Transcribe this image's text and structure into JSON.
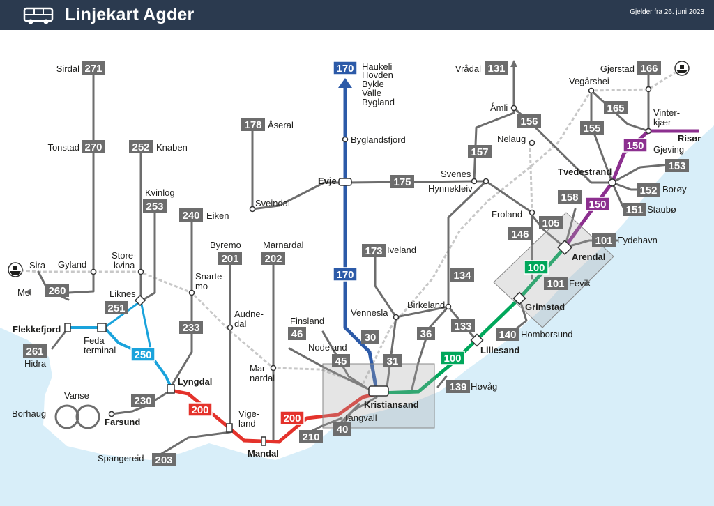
{
  "header": {
    "title": "Linjekart Agder",
    "valid_from": "Gjelder fra 26. juni 2023",
    "icon": "bus-icon"
  },
  "colors": {
    "header_bg": "#2b3a4f",
    "sea": "#d8eef9",
    "land": "#ffffff",
    "route": "#6d6d6d",
    "route170": "#2c5aa8",
    "route100": "#00a75b",
    "route200": "#e4322b",
    "route150": "#8c2f8f",
    "route250": "#1aa3dc",
    "rail": "#c7c7c7"
  },
  "routes": {
    "r271": "271",
    "r270": "270",
    "r252": "252",
    "r253": "253",
    "r240": "240",
    "r233": "233",
    "r201": "201",
    "r202": "202",
    "r178": "178",
    "r175": "175",
    "r173": "173",
    "r170a": "170",
    "r170b": "170",
    "r131": "131",
    "r156": "156",
    "r157": "157",
    "r166": "166",
    "r165": "165",
    "r155": "155",
    "r150a": "150",
    "r150b": "150",
    "r153": "153",
    "r152": "152",
    "r151": "151",
    "r158": "158",
    "r105": "105",
    "r146": "146",
    "r101a": "101",
    "r101b": "101",
    "r100a": "100",
    "r100b": "100",
    "r134": "134",
    "r133": "133",
    "r140": "140",
    "r139": "139",
    "r36": "36",
    "r31": "31",
    "r30": "30",
    "r45": "45",
    "r46": "46",
    "r40": "40",
    "r210": "210",
    "r200a": "200",
    "r200b": "200",
    "r230": "230",
    "r203": "203",
    "r250": "250",
    "r251": "251",
    "r260": "260",
    "r261": "261"
  },
  "places": {
    "sirdal": "Sirdal",
    "tonstad": "Tonstad",
    "knaben": "Knaben",
    "kvinlog": "Kvinlog",
    "eiken": "Eiken",
    "byremo": "Byremo",
    "marnardal_n": "Marnardal",
    "aseral": "Åseral",
    "sveindal": "Sveindal",
    "evje": "Evje",
    "haukeli": "Haukeli",
    "hovden": "Hovden",
    "bykle": "Bykle",
    "valle": "Valle",
    "bygland": "Bygland",
    "byglandsfjord": "Byglandsfjord",
    "vradal": "Vrådal",
    "amli": "Åmli",
    "gjerstad": "Gjerstad",
    "vegarshei": "Vegårshei",
    "nelaug": "Nelaug",
    "svenes": "Svenes",
    "hynnekleiv": "Hynnekleiv",
    "tvedestrand": "Tvedestrand",
    "vinter1": "Vinter-",
    "vinter2": "kjær",
    "risor": "Risør",
    "gjeving": "Gjeving",
    "boroy": "Borøy",
    "staubo": "Staubø",
    "froland": "Froland",
    "eydehavn": "Eydehavn",
    "arendal": "Arendal",
    "fevik": "Fevik",
    "grimstad": "Grimstad",
    "iveland": "Iveland",
    "vennesla": "Vennesla",
    "birkeland": "Birkeland",
    "lillesand": "Lillesand",
    "homborsund": "Homborsund",
    "hovag": "Høvåg",
    "kristiansand": "Kristiansand",
    "tangvall": "Tangvall",
    "finsland": "Finsland",
    "nodeland": "Nodeland",
    "sira": "Sira",
    "gyland": "Gyland",
    "store1": "Store-",
    "store2": "kvina",
    "liknes": "Liknes",
    "moi": "Moi",
    "flekkefjord": "Flekkefjord",
    "feda1": "Feda",
    "feda2": "terminal",
    "hidra": "Hidra",
    "snarte1": "Snarte-",
    "snarte2": "mo",
    "audne1": "Audne-",
    "audne2": "dal",
    "mar1": "Mar-",
    "mar2": "nardal",
    "lyngdal": "Lyngdal",
    "vanse": "Vanse",
    "borhaug": "Borhaug",
    "farsund": "Farsund",
    "vige1": "Vige-",
    "vige2": "land",
    "spangereid": "Spangereid",
    "mandal": "Mandal"
  }
}
